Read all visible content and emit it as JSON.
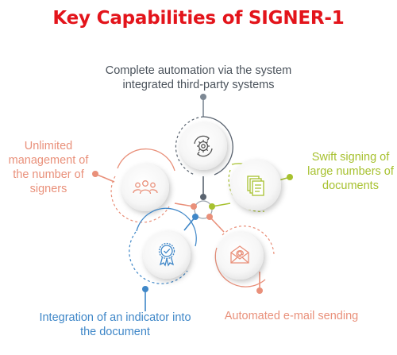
{
  "title": "Key Capabilities of SIGNER-1",
  "capabilities": [
    {
      "label": "Complete automation via the system integrated third-party systems",
      "icon": "gear-cycle-icon",
      "color": "#5a6470"
    },
    {
      "label": "Unlimited management of the number of signers",
      "icon": "people-group-icon",
      "color": "#e9907a"
    },
    {
      "label": "Swift signing of large numbers of documents",
      "icon": "documents-stack-icon",
      "color": "#a7c12f"
    },
    {
      "label": "Integration of an indicator into the document",
      "icon": "badge-check-icon",
      "color": "#3f87c8"
    },
    {
      "label": "Automated e-mail sending",
      "icon": "email-envelope-icon",
      "color": "#e9907a"
    }
  ],
  "colors": {
    "title": "#e3141b",
    "top": "#5a6470",
    "top_accent": "#7d8894",
    "left": "#e9907a",
    "right": "#a7c12f",
    "bottom_left": "#3f87c8",
    "bottom_right": "#e9907a"
  }
}
